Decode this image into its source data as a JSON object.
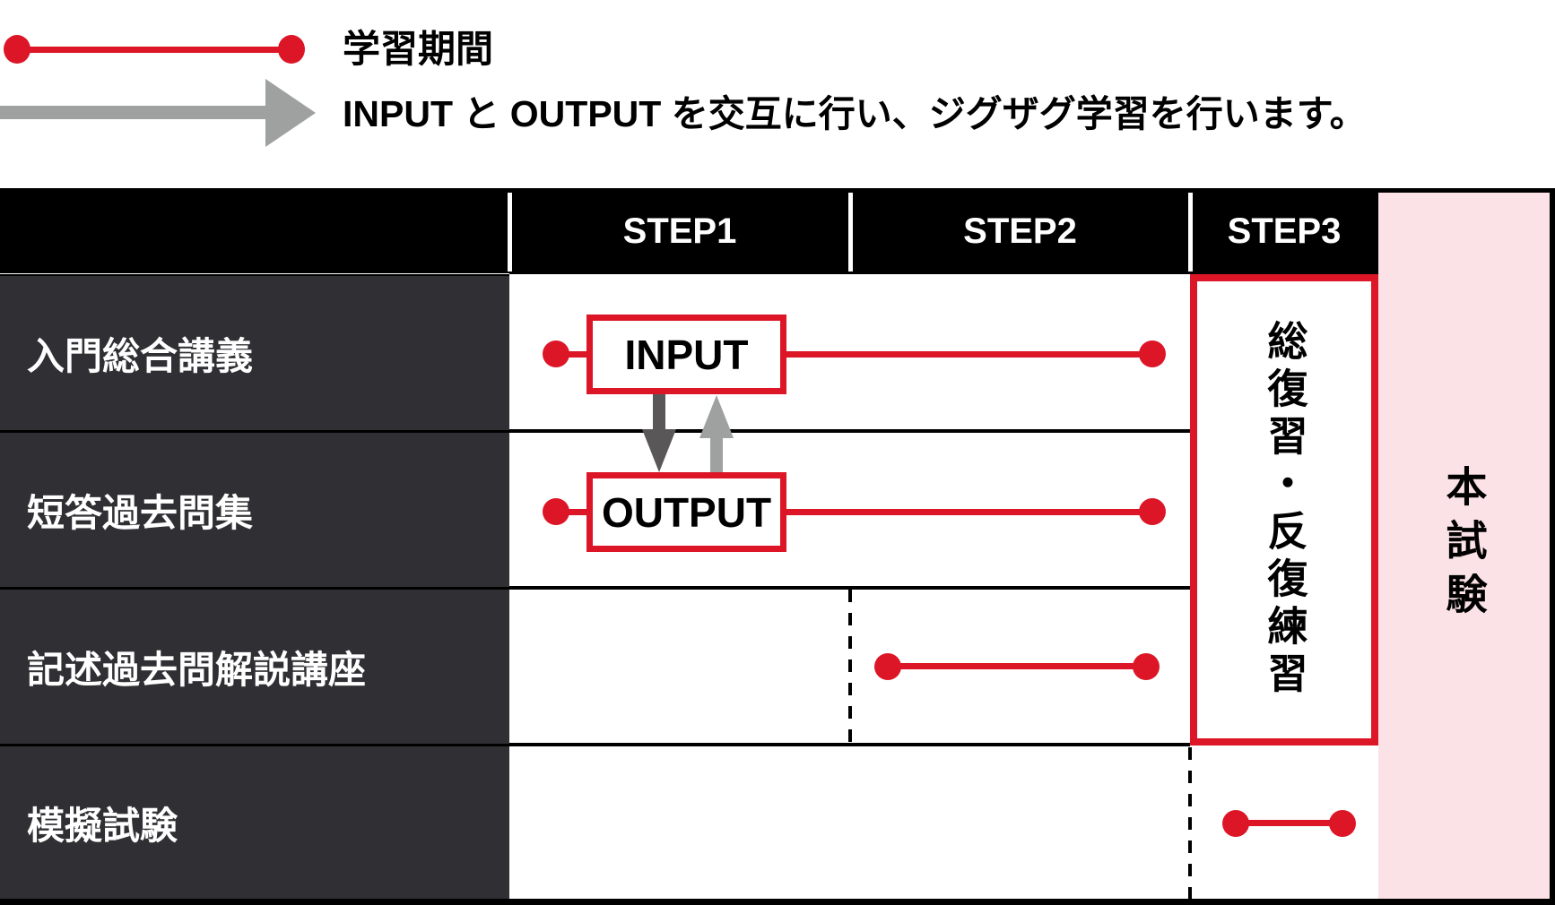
{
  "colors": {
    "red": "#dc1626",
    "pink": "#fbe2e6",
    "label_bg": "#303034",
    "gray_dark": "#595757",
    "gray_light": "#9fa0a0"
  },
  "legend": {
    "period_label": "学習期間",
    "zigzag_label": "INPUT と OUTPUT を交互に行い、ジグザグ学習を行います。"
  },
  "table": {
    "columns": [
      "STEP1",
      "STEP2",
      "STEP3"
    ],
    "rows": [
      {
        "label": "入門総合講義"
      },
      {
        "label": "短答過去問集"
      },
      {
        "label": "記述過去問解説講座"
      },
      {
        "label": "模擬試験"
      }
    ],
    "input_label": "INPUT",
    "output_label": "OUTPUT",
    "step3_note": "総復習・反復練習",
    "exam_label": "本試験"
  }
}
